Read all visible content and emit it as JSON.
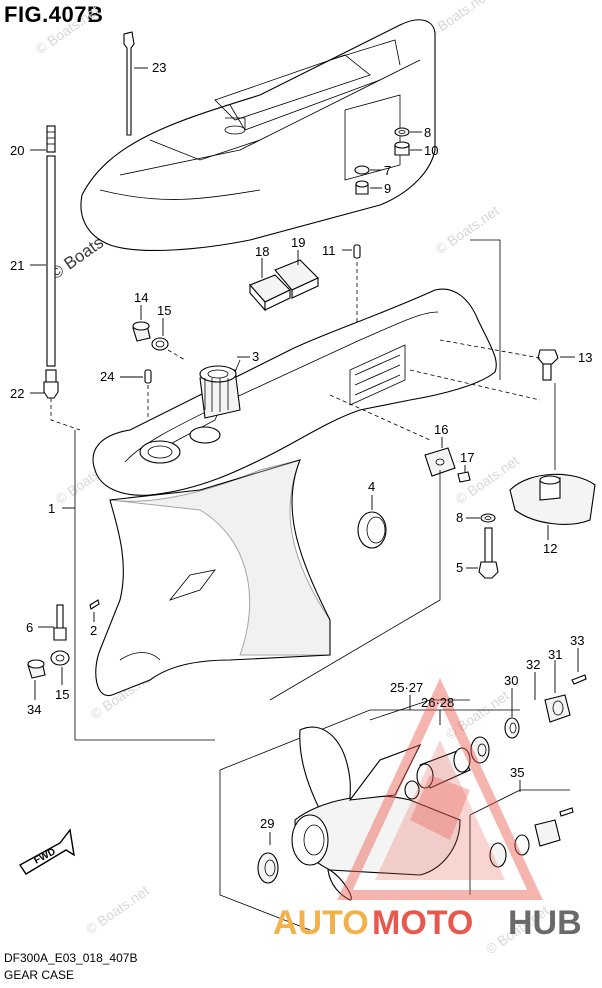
{
  "figure": {
    "title": "FIG.407B",
    "code": "DF300A_E03_018_407B",
    "caption": "GEAR CASE"
  },
  "watermark": {
    "text": "© Boats.net",
    "logo_parts": [
      "AUTO",
      "MOTO",
      "HUB"
    ],
    "logo_colors": {
      "auto": "#f2b24a",
      "moto": "#e8584c",
      "hub": "#6a6a6a",
      "triangle": "#e8584c"
    }
  },
  "fwd_label": "FWD",
  "callouts": [
    "23",
    "20",
    "21",
    "22",
    "8",
    "10",
    "7",
    "9",
    "11",
    "18",
    "19",
    "14",
    "15",
    "3",
    "24",
    "13",
    "1",
    "16",
    "17",
    "4",
    "8",
    "5",
    "12",
    "6",
    "2",
    "15",
    "34",
    "25·27",
    "26·28",
    "30",
    "32",
    "31",
    "33",
    "35",
    "29"
  ]
}
